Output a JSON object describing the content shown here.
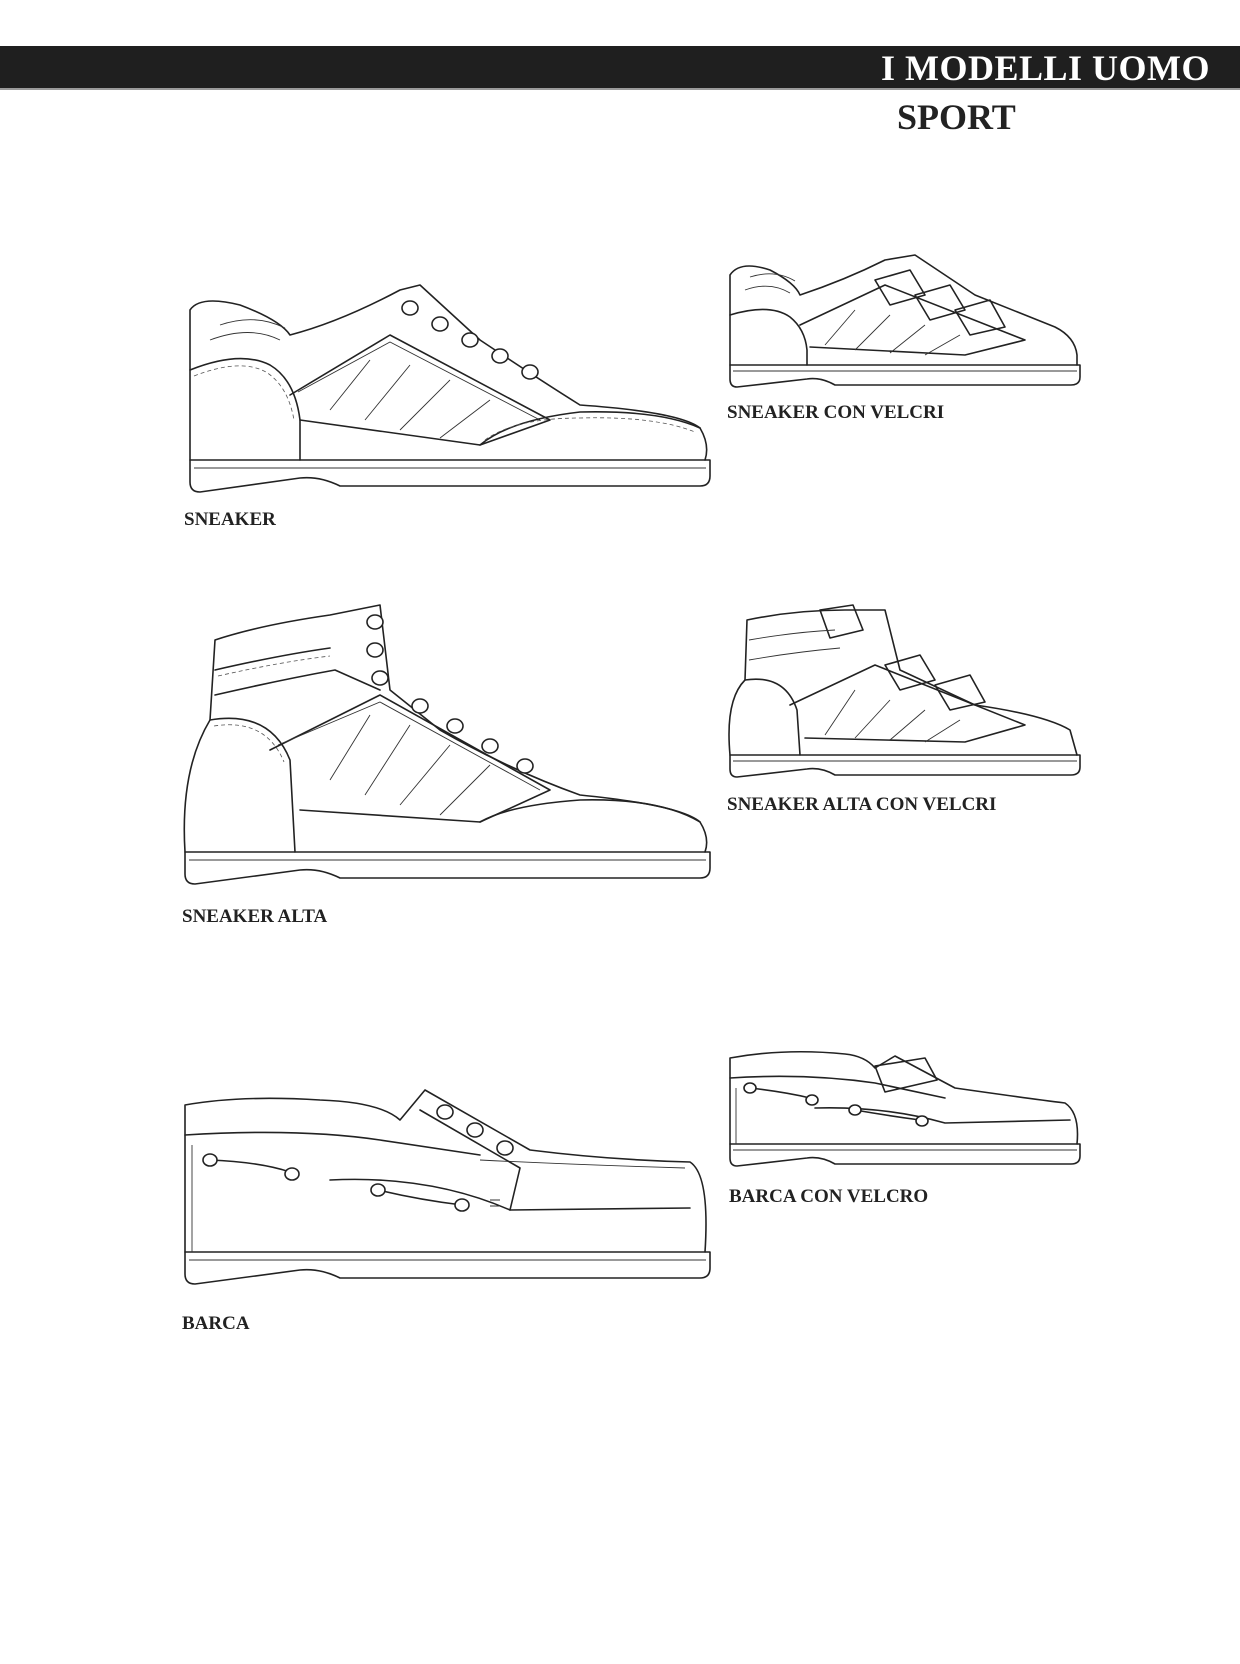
{
  "header": {
    "title": "I MODELLI UOMO",
    "section": "SPORT"
  },
  "models": [
    {
      "name": "SNEAKER",
      "icon": "sneaker-icon"
    },
    {
      "name": "SNEAKER CON VELCRI",
      "icon": "velcro-sneaker-icon"
    },
    {
      "name": "SNEAKER ALTA",
      "icon": "high-top-sneaker-icon"
    },
    {
      "name": "SNEAKER ALTA CON VELCRI",
      "icon": "high-top-velcro-sneaker-icon"
    },
    {
      "name": "BARCA",
      "icon": "boat-shoe-icon"
    },
    {
      "name": "BARCA CON VELCRO",
      "icon": "velcro-boat-shoe-icon"
    }
  ]
}
